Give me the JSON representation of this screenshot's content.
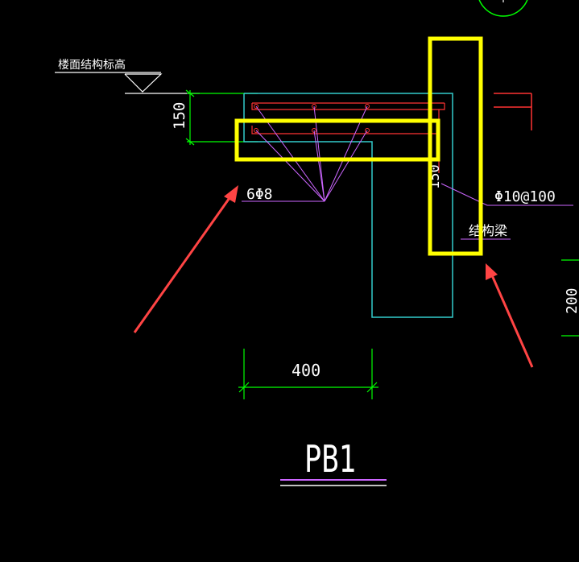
{
  "labels": {
    "floor_elevation": "楼面结构标高",
    "dim_slab": "150",
    "dim_beam_side": "150",
    "dim_right": "200",
    "dim_bottom": "400",
    "rebar_bottom": "6Φ8",
    "rebar_stirrup": "Φ10@100",
    "beam_label": "结构梁",
    "title": "PB1"
  },
  "colors": {
    "background": "#000000",
    "outline": "#33cccc",
    "rebar": "#ff3333",
    "leader": "#cc66ff",
    "dimension": "#00ff00",
    "text": "#ffffff",
    "highlight": "#ffff00",
    "arrow": "#ff4444"
  },
  "icons": {
    "elevation_marker": "triangle-elevation-icon",
    "annotation_arrow": "red-arrow-icon"
  }
}
